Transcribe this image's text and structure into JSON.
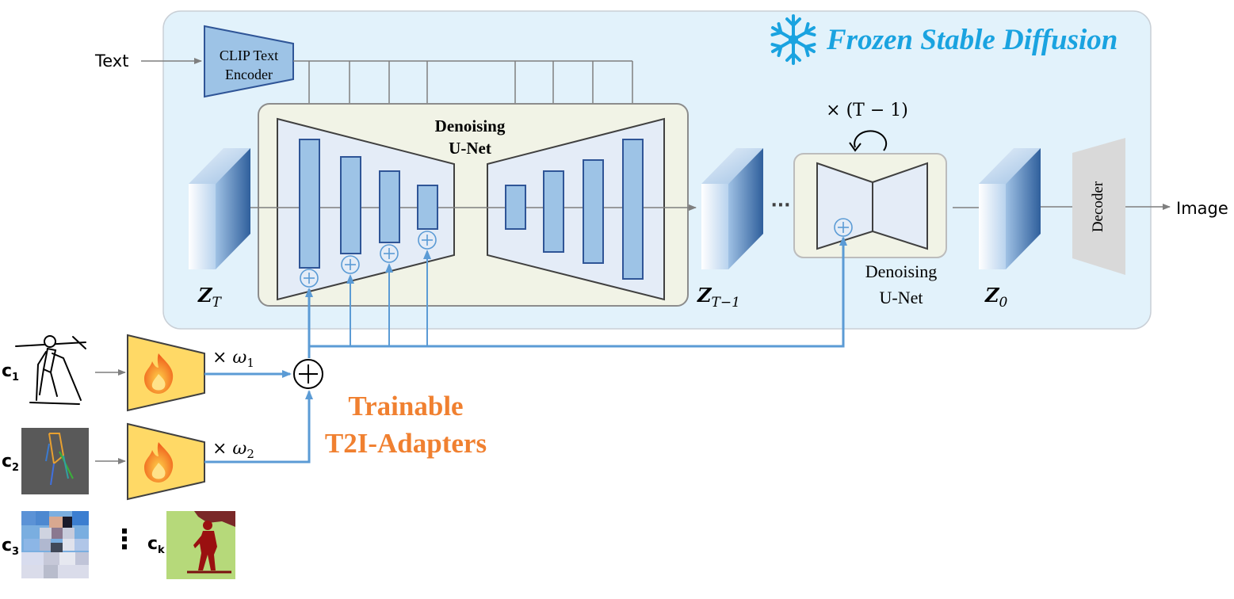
{
  "header": {
    "title": "Frozen Stable Diffusion",
    "icon": "snowflake-icon",
    "title_color": "#1aa3e0"
  },
  "inputs": {
    "text_label": "Text",
    "clip_label_line1": "CLIP Text",
    "clip_label_line2": "Encoder"
  },
  "unet_main": {
    "label_line1": "Denoising",
    "label_line2": "U-Net"
  },
  "unet_small": {
    "label_line1": "Denoising",
    "label_line2": "U-Net",
    "loop_label": "× (T − 1)",
    "ellipsis": "···"
  },
  "latents": {
    "zt": "Z",
    "zt_sub": "T",
    "zt1": "Z",
    "zt1_sub": "T−1",
    "z0": "Z",
    "z0_sub": "0"
  },
  "decoder": {
    "label": "Decoder",
    "output": "Image"
  },
  "adapters": {
    "title_line1": "Trainable",
    "title_line2": "T2I-Adapters",
    "title_color": "#f08030",
    "weight1": "× ω",
    "weight1_sub": "1",
    "weight2": "× ω",
    "weight2_sub": "2",
    "icon": "flame-icon"
  },
  "conditions": {
    "c1": "c",
    "c1_sub": "1",
    "c2": "c",
    "c2_sub": "2",
    "c3": "c",
    "c3_sub": "3",
    "ck": "c",
    "ck_sub": "k",
    "ellipsis": "⋮"
  },
  "colors": {
    "sd_background": "#e2f2fb",
    "unet_background": "#f1f3e6",
    "block_fill": "#9dc3e6",
    "block_stroke": "#2f5597",
    "adapter_fill": "#ffd966",
    "flow_blue": "#5b9bd5",
    "arrow_gray": "#7f7f7f"
  }
}
